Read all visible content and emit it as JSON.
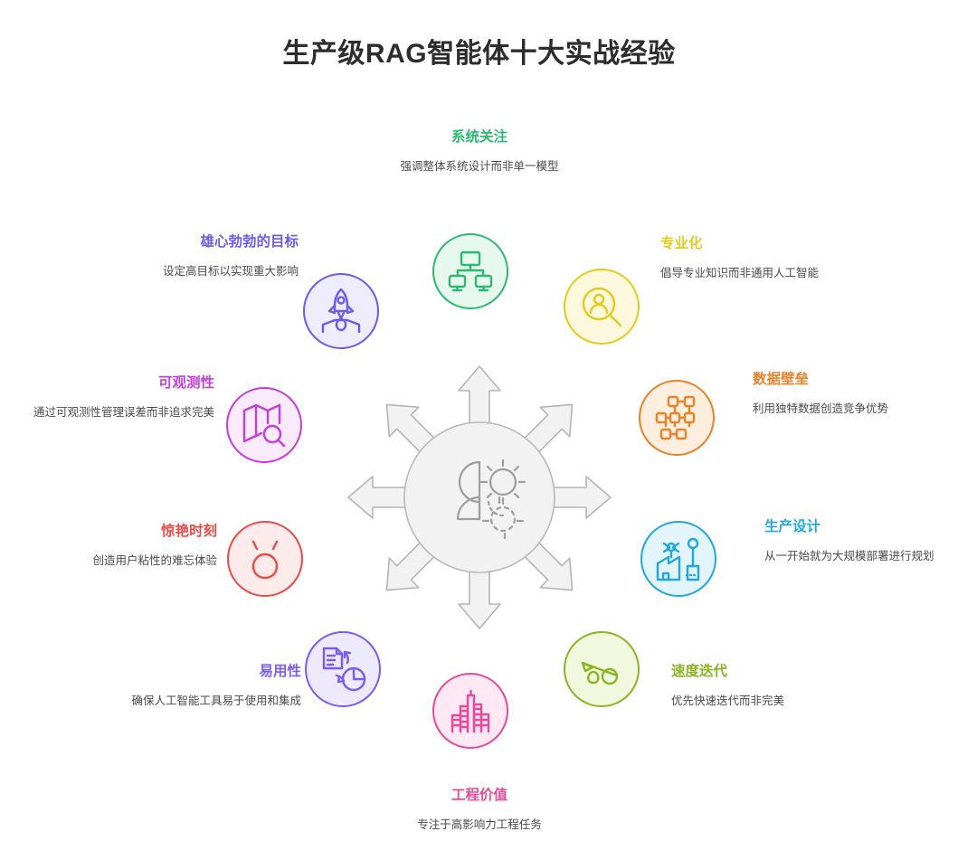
{
  "page": {
    "title": "生产级RAG智能体十大实战经验",
    "background_color": "#ffffff",
    "title_color": "#2d2d2d"
  },
  "center": {
    "label": "ai-gear-hub",
    "fill_color": "#f2f2f2",
    "stroke_color": "#b5b5b5",
    "arrow_count": 8
  },
  "nodes": [
    {
      "id": "systems-focus",
      "title": "系统关注",
      "desc": "强调整体系统设计而非单一模型",
      "color": "#2eb872",
      "fill": "#e7f8ef",
      "icon": "network-monitors-icon",
      "align": "center"
    },
    {
      "id": "specialization",
      "title": "专业化",
      "desc": "倡导专业知识而非通用人工智能",
      "color": "#e3cb1e",
      "fill": "#fbf8dd",
      "icon": "expert-search-icon",
      "align": "left"
    },
    {
      "id": "data-moat",
      "title": "数据壁垒",
      "desc": "利用独特数据创造竞争优势",
      "color": "#e8832a",
      "fill": "#fdeede",
      "icon": "data-nodes-icon",
      "align": "left"
    },
    {
      "id": "production-design",
      "title": "生产设计",
      "desc": "从一开始就为大规模部署进行规划",
      "color": "#21a7e0",
      "fill": "#e2f5fd",
      "icon": "factory-icon",
      "align": "left"
    },
    {
      "id": "speed-iteration",
      "title": "速度迭代",
      "desc": "优先快速迭代而非完美",
      "color": "#89b523",
      "fill": "#f1f8dd",
      "icon": "speed-arrow-icon",
      "align": "left"
    },
    {
      "id": "engineering-value",
      "title": "工程价值",
      "desc": "专注于高影响力工程任务",
      "color": "#ec4899",
      "fill": "#fde8f3",
      "icon": "skyline-icon",
      "align": "center"
    },
    {
      "id": "usability",
      "title": "易用性",
      "desc": "确保人工智能工具易于使用和集成",
      "color": "#7b5cf0",
      "fill": "#eeeafd",
      "icon": "doc-chart-exchange-icon",
      "align": "right"
    },
    {
      "id": "wow-moment",
      "title": "惊艳时刻",
      "desc": "创造用户粘性的难忘体验",
      "color": "#ea4a47",
      "fill": "#fdeaea",
      "icon": "sparkle-icon",
      "align": "right"
    },
    {
      "id": "observability",
      "title": "可观测性",
      "desc": "通过可观测性管理误差而非追求完美",
      "color": "#c33fd8",
      "fill": "#f9eafc",
      "icon": "map-search-icon",
      "align": "right"
    },
    {
      "id": "ambitious-goals",
      "title": "雄心勃勃的目标",
      "desc": "设定高目标以实现重大影响",
      "color": "#6c5ce7",
      "fill": "#eeecfd",
      "icon": "rocket-launch-icon",
      "align": "right"
    }
  ]
}
